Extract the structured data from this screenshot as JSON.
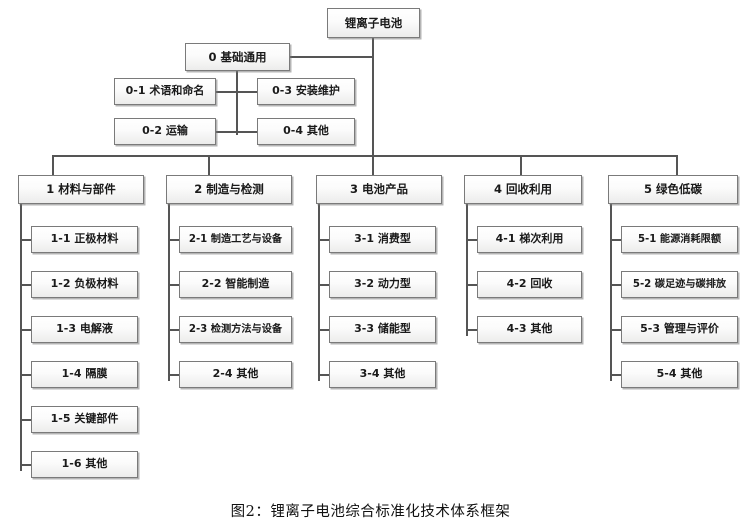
{
  "figure": {
    "caption": "图2：锂离子电池综合标准化技术体系框架",
    "root": {
      "label": "锂离子电池"
    },
    "basic": {
      "label": "0 基础通用",
      "children": [
        {
          "label": "0-1 术语和命名"
        },
        {
          "label": "0-2 运输"
        },
        {
          "label": "0-3 安装维护"
        },
        {
          "label": "0-4 其他"
        }
      ]
    },
    "columns": [
      {
        "label": "1 材料与部件",
        "children": [
          {
            "label": "1-1 正极材料"
          },
          {
            "label": "1-2 负极材料"
          },
          {
            "label": "1-3 电解液"
          },
          {
            "label": "1-4 隔膜"
          },
          {
            "label": "1-5 关键部件"
          },
          {
            "label": "1-6 其他"
          }
        ]
      },
      {
        "label": "2 制造与检测",
        "children": [
          {
            "label": "2-1 制造工艺与设备"
          },
          {
            "label": "2-2 智能制造"
          },
          {
            "label": "2-3 检测方法与设备"
          },
          {
            "label": "2-4 其他"
          }
        ]
      },
      {
        "label": "3 电池产品",
        "children": [
          {
            "label": "3-1 消费型"
          },
          {
            "label": "3-2 动力型"
          },
          {
            "label": "3-3 储能型"
          },
          {
            "label": "3-4 其他"
          }
        ]
      },
      {
        "label": "4 回收利用",
        "children": [
          {
            "label": "4-1 梯次利用"
          },
          {
            "label": "4-2 回收"
          },
          {
            "label": "4-3 其他"
          }
        ]
      },
      {
        "label": "5 绿色低碳",
        "children": [
          {
            "label": "5-1 能源消耗限额"
          },
          {
            "label": "5-2 碳足迹与碳排放"
          },
          {
            "label": "5-3 管理与评价"
          },
          {
            "label": "5-4 其他"
          }
        ]
      }
    ]
  },
  "style": {
    "box_border": "#7a7a7a",
    "box_fill_top": "#ffffff",
    "box_fill_bottom": "#ececeb",
    "connector": "#555555",
    "text": "#1a1a1a",
    "background": "#ffffff"
  }
}
